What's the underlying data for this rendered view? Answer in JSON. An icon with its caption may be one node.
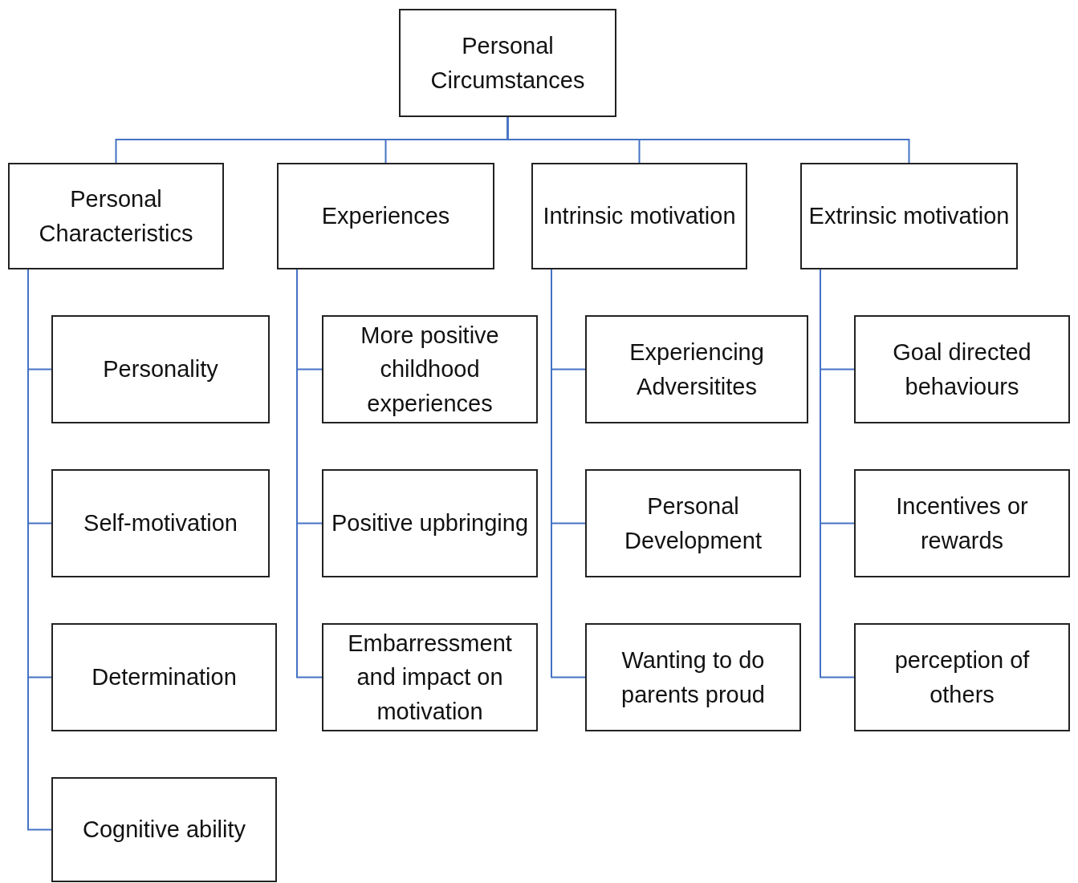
{
  "diagram": {
    "nodes": [
      {
        "text": [
          "Personal Circumstances"
        ]
      },
      {
        "text": [
          "Personal Characteristics"
        ]
      },
      {
        "text": [
          "Experiences"
        ]
      },
      {
        "text": [
          "Intrinsic motivation"
        ]
      },
      {
        "text": [
          "Extrinsic motivation"
        ]
      },
      {
        "text": [
          "Personality"
        ]
      },
      {
        "text": [
          "Self-motivation"
        ]
      },
      {
        "text": [
          "Determination"
        ]
      },
      {
        "text": [
          "Cognitive ability"
        ]
      },
      {
        "text": [
          "More positive childhood experiences"
        ]
      },
      {
        "text": [
          "Positive upbringing"
        ]
      },
      {
        "text": [
          "Embarressment and impact on motivation"
        ]
      },
      {
        "text": [
          "Experiencing Adversitites"
        ]
      },
      {
        "text": [
          "Personal Development"
        ]
      },
      {
        "text": [
          "Wanting to do parents proud"
        ]
      },
      {
        "text": [
          "Goal directed behaviours"
        ]
      },
      {
        "text": [
          "Incentives or rewards"
        ]
      },
      {
        "text": [
          "perception of others"
        ]
      }
    ],
    "edges": [
      {
        "from": 0,
        "to": 1,
        "arrow": "none"
      },
      {
        "from": 0,
        "to": 2,
        "arrow": "none"
      },
      {
        "from": 0,
        "to": 3,
        "arrow": "none"
      },
      {
        "from": 0,
        "to": 4,
        "arrow": "none"
      },
      {
        "from": 1,
        "to": 5,
        "arrow": "none"
      },
      {
        "from": 1,
        "to": 6,
        "arrow": "none"
      },
      {
        "from": 1,
        "to": 7,
        "arrow": "none"
      },
      {
        "from": 1,
        "to": 8,
        "arrow": "none"
      },
      {
        "from": 2,
        "to": 9,
        "arrow": "none"
      },
      {
        "from": 2,
        "to": 10,
        "arrow": "none"
      },
      {
        "from": 2,
        "to": 11,
        "arrow": "none"
      },
      {
        "from": 3,
        "to": 12,
        "arrow": "none"
      },
      {
        "from": 3,
        "to": 13,
        "arrow": "none"
      },
      {
        "from": 3,
        "to": 14,
        "arrow": "none"
      },
      {
        "from": 4,
        "to": 15,
        "arrow": "none"
      },
      {
        "from": 4,
        "to": 16,
        "arrow": "none"
      },
      {
        "from": 4,
        "to": 17,
        "arrow": "none"
      }
    ]
  }
}
